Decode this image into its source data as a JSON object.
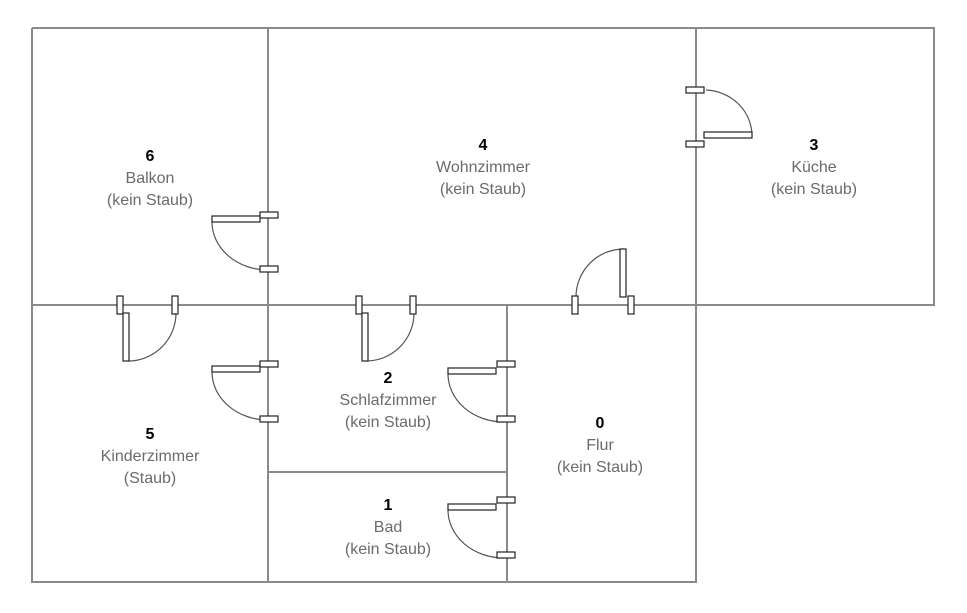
{
  "rooms": [
    {
      "id": "0",
      "name": "Flur",
      "status": "(kein Staub)"
    },
    {
      "id": "1",
      "name": "Bad",
      "status": "(kein Staub)"
    },
    {
      "id": "2",
      "name": "Schlafzimmer",
      "status": "(kein Staub)"
    },
    {
      "id": "3",
      "name": "Küche",
      "status": "(kein Staub)"
    },
    {
      "id": "4",
      "name": "Wohnzimmer",
      "status": "(kein Staub)"
    },
    {
      "id": "5",
      "name": "Kinderzimmer",
      "status": "(Staub)"
    },
    {
      "id": "6",
      "name": "Balkon",
      "status": "(kein Staub)"
    }
  ],
  "colors": {
    "wall": "#8a8a8a",
    "door_outline": "#222222",
    "id_text": "#000000",
    "room_text": "#6b6b6b"
  }
}
